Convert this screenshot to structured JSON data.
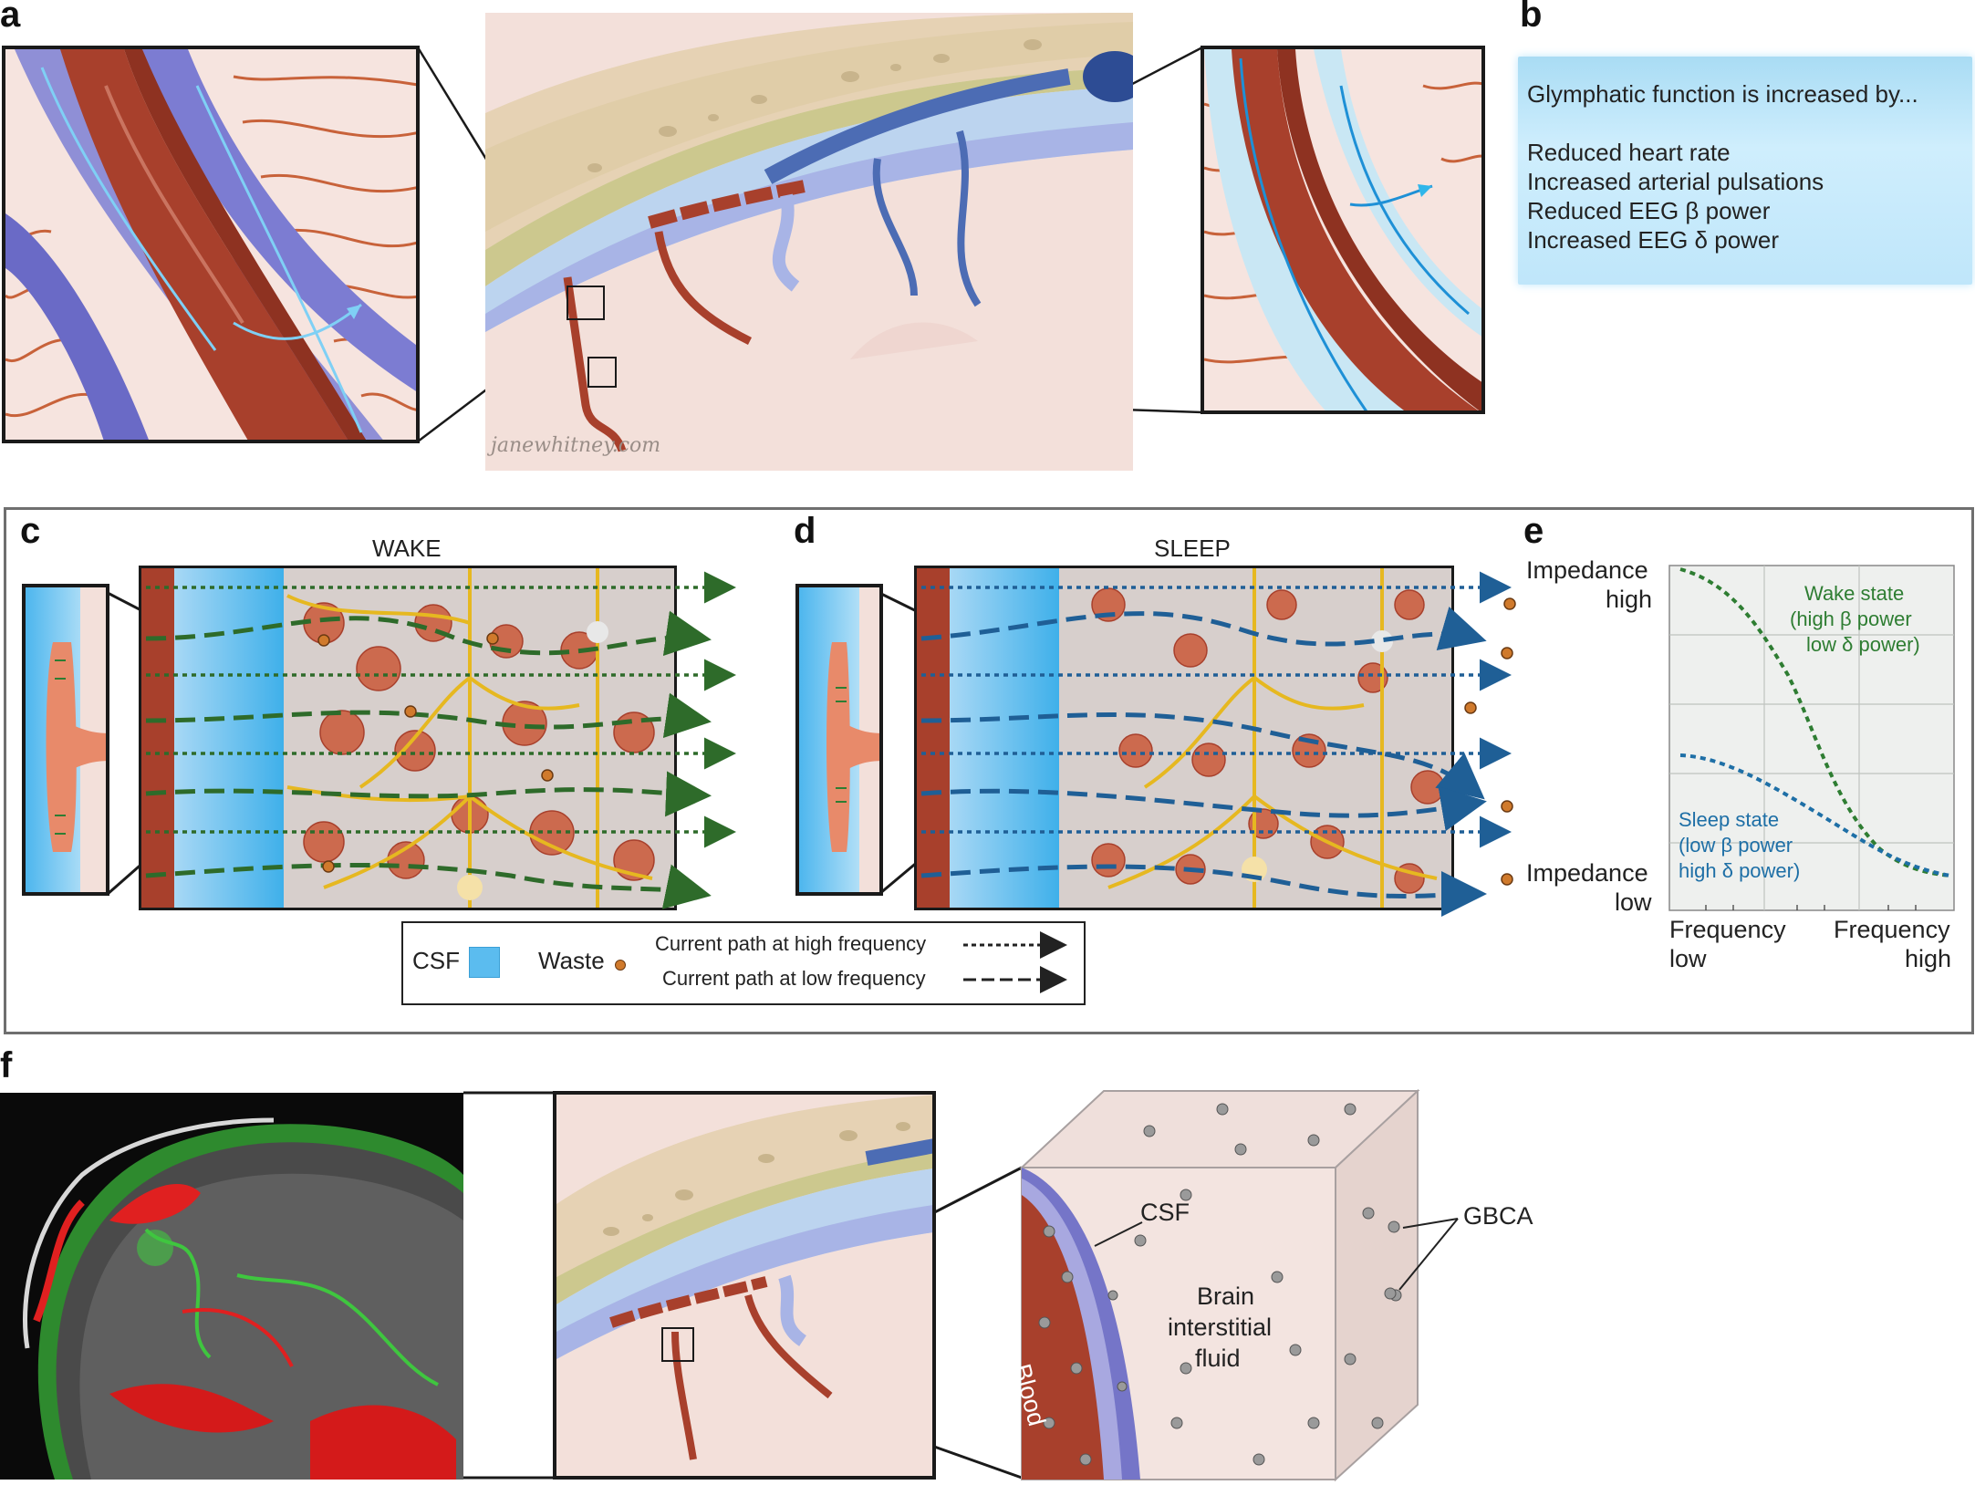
{
  "panel_labels": {
    "a": "a",
    "b": "b",
    "c": "c",
    "d": "d",
    "e": "e",
    "f": "f"
  },
  "credit": "janewhitney.com",
  "panel_b": {
    "heading": "Glymphatic function is increased by...",
    "items": [
      "Reduced heart rate",
      "Increased arterial pulsations",
      "Reduced EEG β power",
      "Increased EEG δ power"
    ]
  },
  "panel_c": {
    "title": "WAKE"
  },
  "panel_d": {
    "title": "SLEEP"
  },
  "legend": {
    "csf": "CSF",
    "waste": "Waste",
    "high_freq": "Current path at high frequency",
    "low_freq": "Current path at low frequency"
  },
  "panel_e": {
    "y_high_1": "Impedance",
    "y_high_2": "high",
    "y_low_1": "Impedance",
    "y_low_2": "low",
    "x_low_1": "Frequency",
    "x_low_2": "low",
    "x_high_1": "Frequency",
    "x_high_2": "high",
    "wake_1": "Wake state",
    "wake_2": "(high β power",
    "wake_3": "low δ power)",
    "sleep_1": "Sleep state",
    "sleep_2": "(low β power",
    "sleep_3": "high δ power)",
    "colors": {
      "wake": "#2e7d32",
      "sleep": "#1e6fa6"
    }
  },
  "panel_f": {
    "csf": "CSF",
    "blood": "Blood",
    "brain_1": "Brain",
    "brain_2": "interstitial",
    "brain_3": "fluid",
    "gbca": "GBCA"
  }
}
